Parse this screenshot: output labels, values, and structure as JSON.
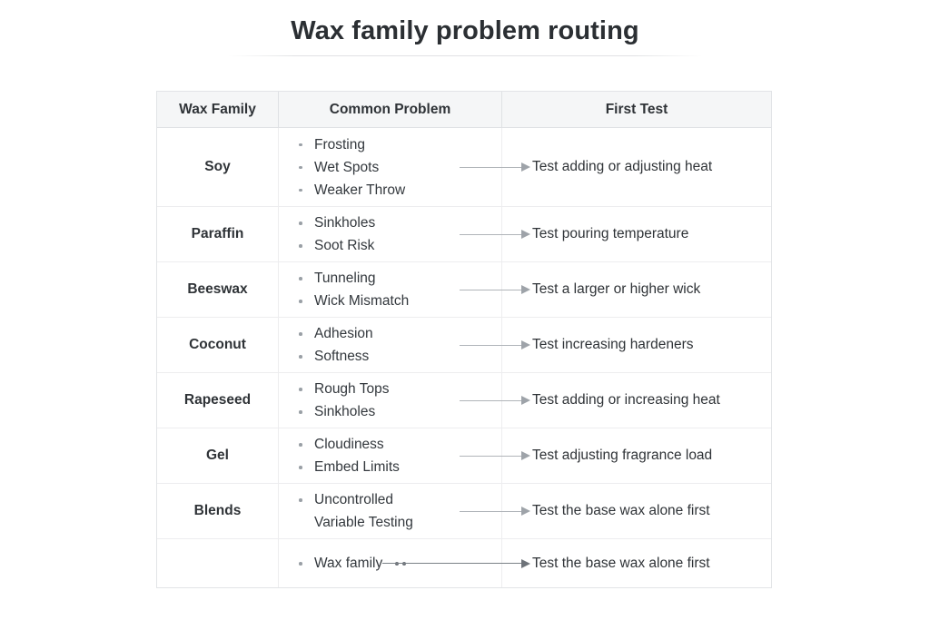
{
  "page": {
    "title": "Wax family problem routing",
    "background": "#ffffff",
    "text_color": "#2f3337",
    "divider_color": "#e2e4e7",
    "header_fill": "#f5f6f7",
    "arrow_color": "#9ea3a9",
    "arrow_strong_color": "#6e7379",
    "bullet_color": "#9aa0a6"
  },
  "table": {
    "headers": [
      "Wax Family",
      "Common Problem",
      "First Test"
    ],
    "rows": [
      {
        "family": "Soy",
        "problems": [
          "Frosting",
          "Wet Spots",
          "Weaker Throw"
        ],
        "test": "Test adding or adjusting heat",
        "arrow": "normal"
      },
      {
        "family": "Paraffin",
        "problems": [
          "Sinkholes",
          "Soot Risk"
        ],
        "test": "Test pouring temperature",
        "arrow": "normal"
      },
      {
        "family": "Beeswax",
        "problems": [
          "Tunneling",
          "Wick Mismatch"
        ],
        "test": "Test a larger or higher wick",
        "arrow": "normal"
      },
      {
        "family": "Coconut",
        "problems": [
          "Adhesion",
          "Softness"
        ],
        "test": "Test increasing hardeners",
        "arrow": "normal"
      },
      {
        "family": "Rapeseed",
        "problems": [
          "Rough Tops",
          "Sinkholes"
        ],
        "test": "Test adding or increasing heat",
        "arrow": "normal"
      },
      {
        "family": "Gel",
        "problems": [
          "Cloudiness",
          "Embed Limits"
        ],
        "test": "Test adjusting fragrance load",
        "arrow": "normal"
      },
      {
        "family": "Blends",
        "problems": [
          "Uncontrolled Variable Testing"
        ],
        "test": "Test the base wax alone first",
        "arrow": "normal"
      },
      {
        "family": "",
        "problems": [
          "Wax family"
        ],
        "test": "Test the base wax alone first",
        "arrow": "strong"
      }
    ]
  }
}
